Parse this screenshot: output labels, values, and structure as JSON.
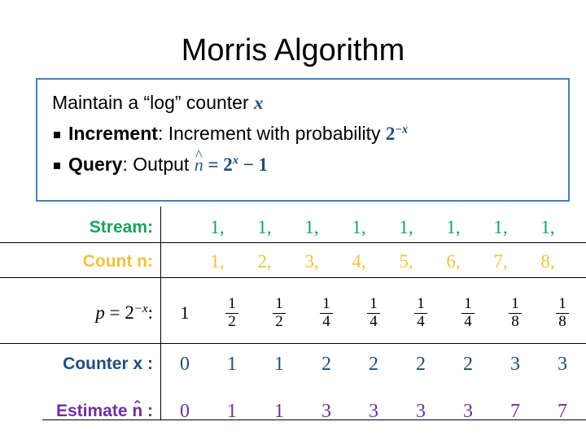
{
  "slide": {
    "title": "Morris Algorithm"
  },
  "algorithm_box": {
    "border_color": "#4a7ebb",
    "intro": {
      "text_before": "Maintain a “log” counter",
      "variable": "x"
    },
    "bullets": [
      {
        "label": "Increment",
        "separator": ":",
        "text": "Increment with probability",
        "formula_base": "2",
        "formula_exponent": "−x"
      },
      {
        "label": "Query",
        "separator": ":",
        "text": "Output",
        "formula": "n̂ = 2ˣ − 1"
      }
    ]
  },
  "table": {
    "rows": [
      {
        "id": "stream",
        "label": "Stream:",
        "label_color": "#1d9e5e",
        "values": [
          "1,",
          "1,",
          "1,",
          "1,",
          "1,",
          "1,",
          "1,",
          "1,"
        ]
      },
      {
        "id": "count",
        "label": "Count n:",
        "label_color": "#f0c33c",
        "values": [
          "1,",
          "2,",
          "3,",
          "4,",
          "5,",
          "6,",
          "7,",
          "8,"
        ]
      },
      {
        "id": "probability",
        "label": "p = 2⁻ˣ:",
        "label_color": "#000000",
        "values": [
          "1",
          "1/2",
          "1/2",
          "1/4",
          "1/4",
          "1/4",
          "1/4",
          "1/8",
          "1/8"
        ]
      },
      {
        "id": "counter",
        "label": "Counter x :",
        "label_color": "#1f4e79",
        "values": [
          "0",
          "1",
          "1",
          "2",
          "2",
          "2",
          "2",
          "3",
          "3"
        ]
      },
      {
        "id": "estimate",
        "label": "Estimate n̂ :",
        "label_color": "#7030a0",
        "values": [
          "0",
          "1",
          "1",
          "3",
          "3",
          "3",
          "3",
          "7",
          "7"
        ]
      }
    ]
  }
}
